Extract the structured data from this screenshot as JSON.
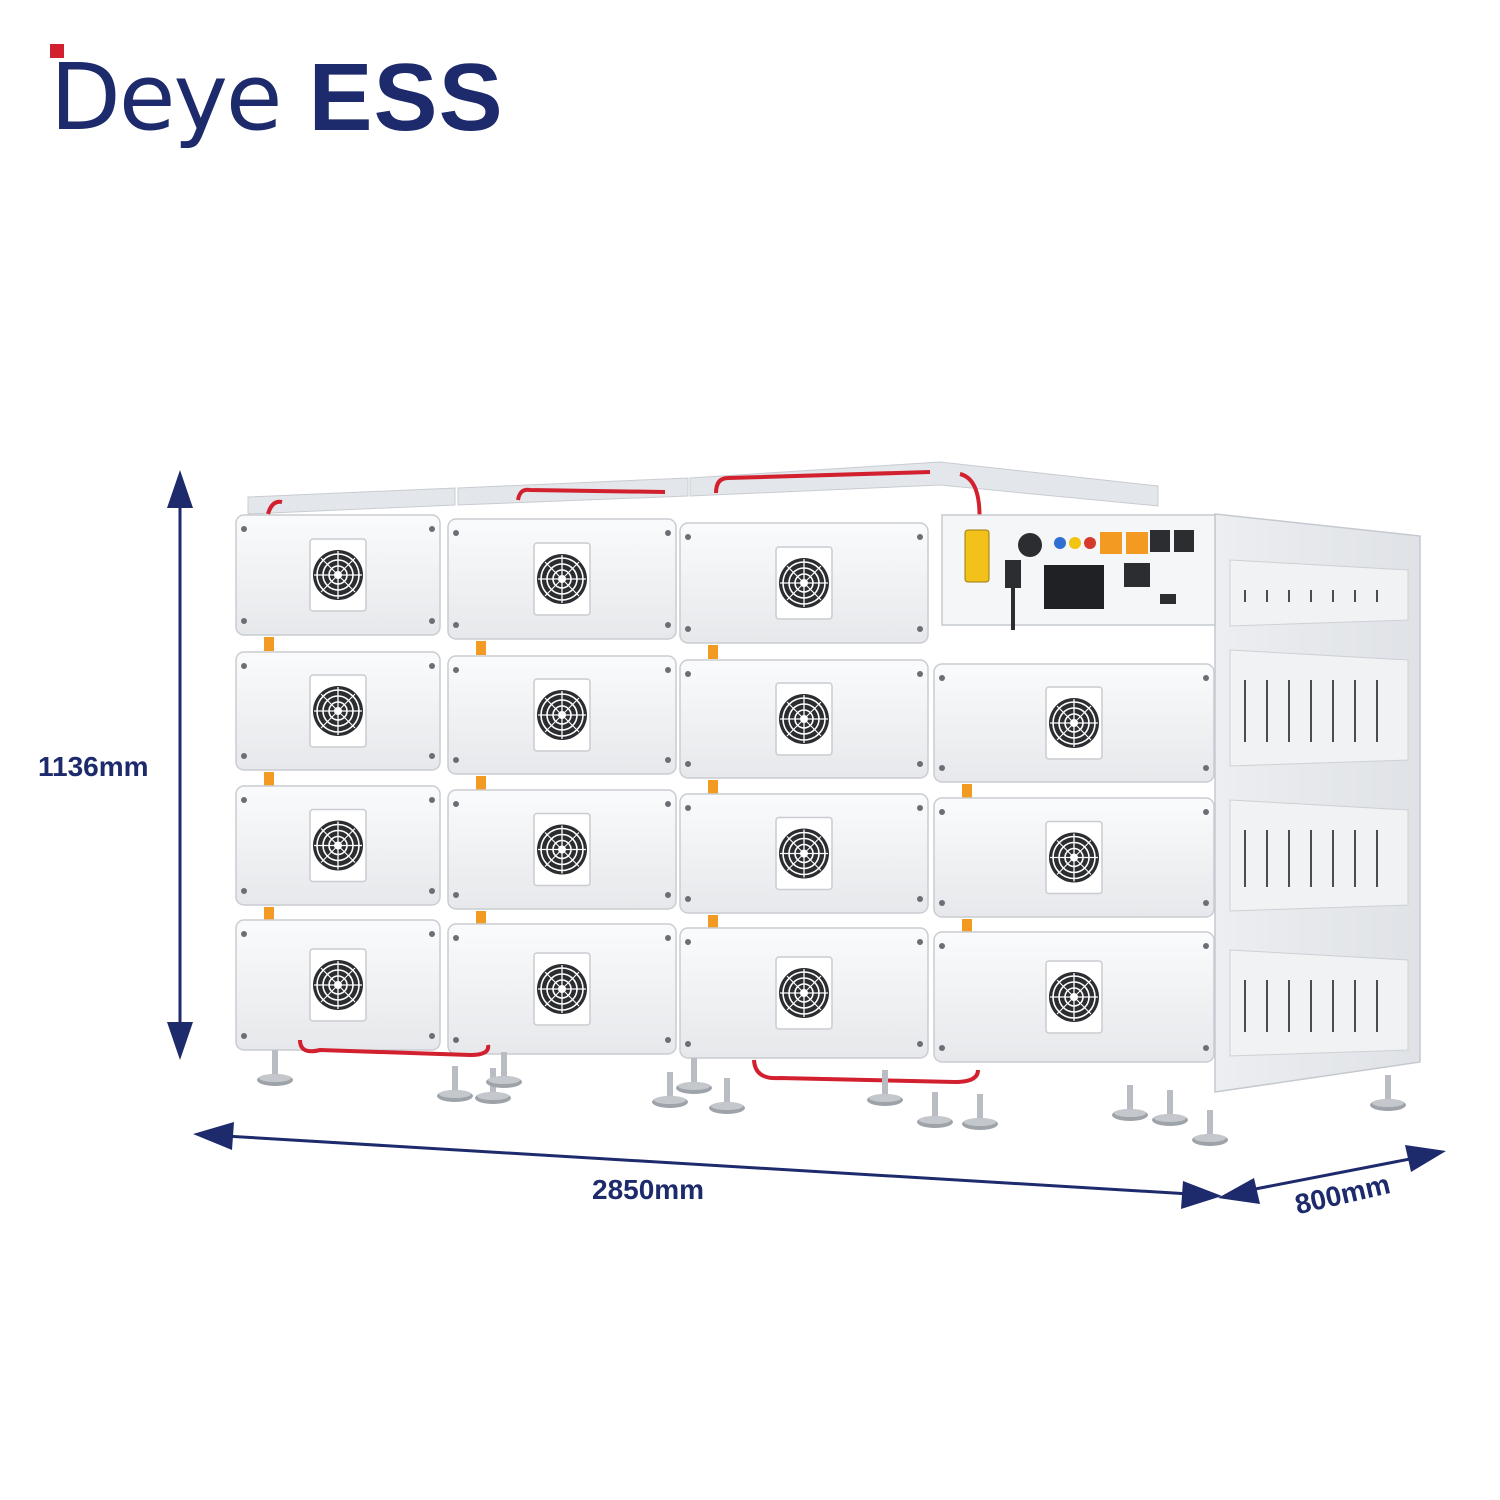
{
  "brand": {
    "name": "Deye",
    "product": "ESS"
  },
  "dimensions": {
    "height": "1136mm",
    "width": "2850mm",
    "depth": "800mm"
  },
  "colors": {
    "brand": "#1d2a6b",
    "accent": "#d2202f",
    "connector": "#f29a22",
    "cable": "#d2202f",
    "body": "#f3f4f6",
    "frame": "#e2e4e8"
  },
  "icons": [
    "fan-icon",
    "arrow-icon"
  ]
}
